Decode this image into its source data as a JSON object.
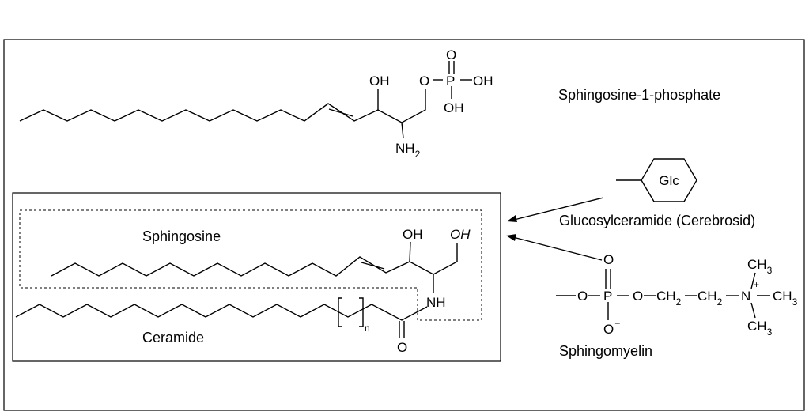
{
  "labels": {
    "s1p": "Sphingosine-1-phosphate",
    "sphingosine": "Sphingosine",
    "ceramide": "Ceramide",
    "glucosylceramide": "Glucosylceramide (Cerebrosid)",
    "sphingomyelin": "Sphingomyelin",
    "glc": "Glc"
  },
  "atoms": {
    "oh": "OH",
    "o": "O",
    "p": "P",
    "nh": "NH",
    "nh2_main": "NH",
    "nh2_sub": "2",
    "o_minus": "O",
    "minus": "−",
    "n": "N",
    "plus": "+",
    "ch2_c": "CH",
    "ch2_sub": "2",
    "ch3_c": "CH",
    "ch3_sub": "3",
    "repeat_n": "n"
  }
}
